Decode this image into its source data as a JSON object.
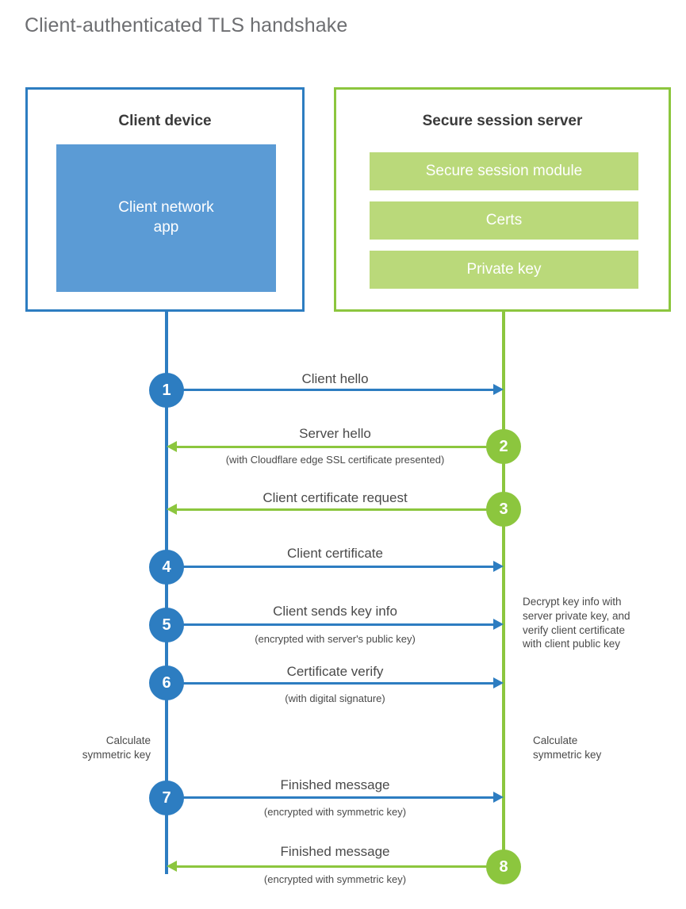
{
  "page": {
    "title": "Client-authenticated TLS handshake"
  },
  "colors": {
    "client_blue": "#2d7dc1",
    "client_app_blue": "#5b9bd5",
    "server_green": "#8cc63e",
    "server_bar_green": "#bad97a",
    "title_gray": "#6d6e71",
    "text_gray": "#4a4a4a"
  },
  "client": {
    "title": "Client device",
    "app_label": "Client network\napp"
  },
  "server": {
    "title": "Secure session server",
    "modules": [
      {
        "label": "Secure session module"
      },
      {
        "label": "Certs"
      },
      {
        "label": "Private key"
      }
    ]
  },
  "steps": [
    {
      "number": "1",
      "direction": "client-to-server",
      "color": "blue",
      "label": "Client hello",
      "sublabel": ""
    },
    {
      "number": "2",
      "direction": "server-to-client",
      "color": "green",
      "label": "Server hello",
      "sublabel": "(with Cloudflare edge SSL certificate presented)"
    },
    {
      "number": "3",
      "direction": "server-to-client",
      "color": "green",
      "label": "Client certificate request",
      "sublabel": ""
    },
    {
      "number": "4",
      "direction": "client-to-server",
      "color": "blue",
      "label": "Client certificate",
      "sublabel": ""
    },
    {
      "number": "5",
      "direction": "client-to-server",
      "color": "blue",
      "label": "Client sends key info",
      "sublabel": "(encrypted with server's public key)"
    },
    {
      "number": "6",
      "direction": "client-to-server",
      "color": "blue",
      "label": "Certificate verify",
      "sublabel": "(with digital signature)"
    },
    {
      "number": "7",
      "direction": "client-to-server",
      "color": "blue",
      "label": "Finished message",
      "sublabel": "(encrypted with symmetric key)"
    },
    {
      "number": "8",
      "direction": "server-to-client",
      "color": "green",
      "label": "Finished message",
      "sublabel": "(encrypted with symmetric key)"
    }
  ],
  "annotations": {
    "server_decrypt_note": "Decrypt key info with\nserver private key, and\nverify client certificate\nwith client public key",
    "client_calculate_note": "Calculate\nsymmetric key",
    "server_calculate_note": "Calculate\nsymmetric key"
  }
}
